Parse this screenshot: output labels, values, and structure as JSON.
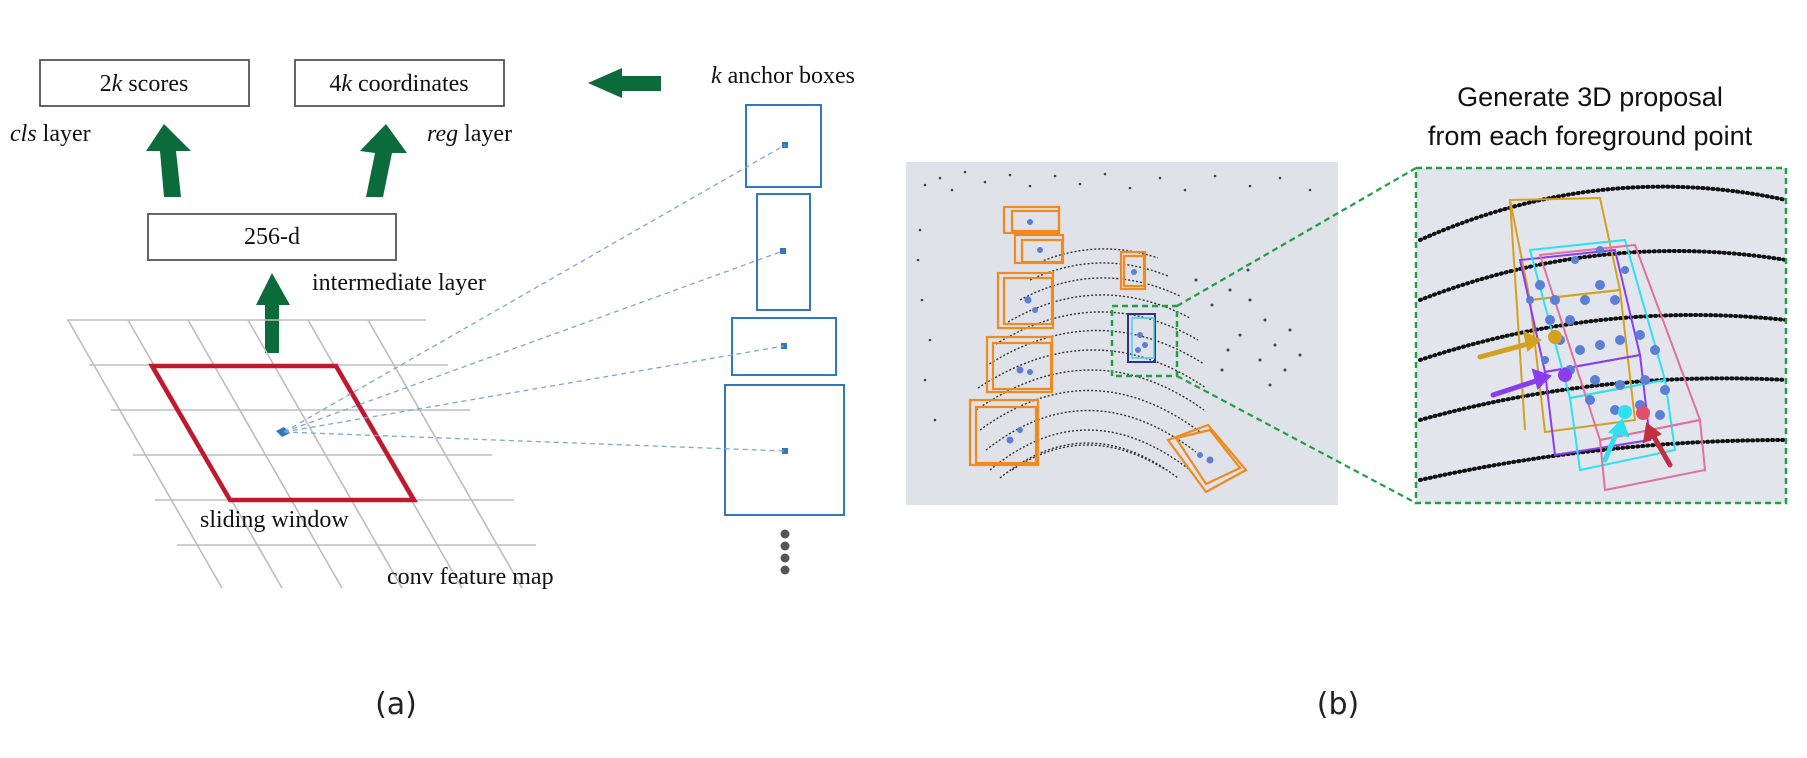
{
  "panel_a": {
    "caption": "(a)",
    "scores_box": {
      "prefix": "2",
      "var": "k",
      "suffix": " scores"
    },
    "coords_box": {
      "prefix": "4",
      "var": "k",
      "suffix": " coordinates"
    },
    "cls_label": {
      "var": "cls",
      "suffix": " layer"
    },
    "reg_label": {
      "var": "reg",
      "suffix": " layer"
    },
    "intermediate_box": "256-d",
    "intermediate_label": "intermediate layer",
    "anchor_label": {
      "var": "k",
      "suffix": " anchor boxes"
    },
    "sliding_window_label": "sliding window",
    "feature_map_label": "conv feature map"
  },
  "panel_b": {
    "caption": "(b)",
    "title_line1": "Generate 3D proposal",
    "title_line2": "from each foreground point"
  },
  "colors": {
    "arrow_green": "#0b6b3a",
    "window_red": "#c0182d",
    "anchor_blue": "#2f78bd",
    "car_orange": "#f08a1e",
    "highlight_green": "#21a043",
    "point_blue": "#5b7fd6"
  }
}
